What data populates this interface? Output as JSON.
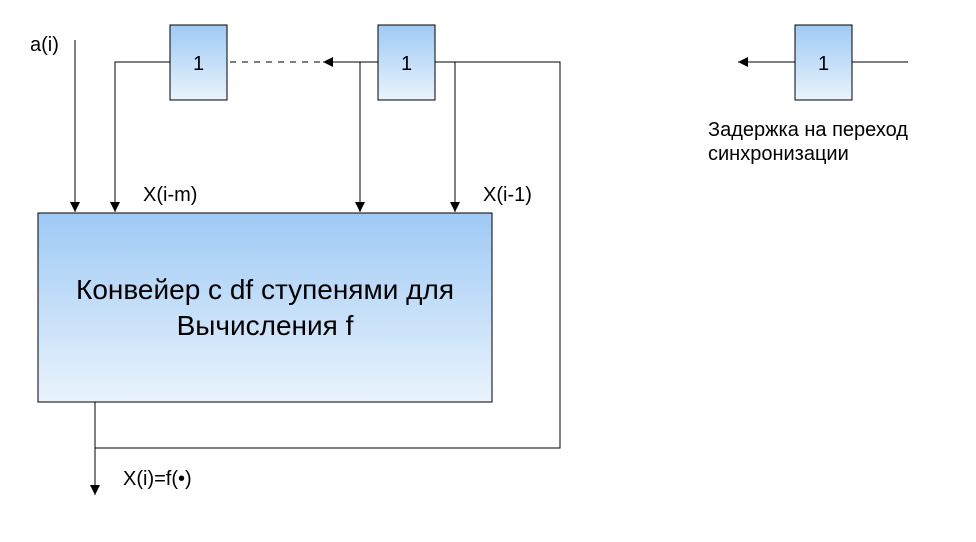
{
  "labels": {
    "input": "a(i)",
    "x_i_m": "X(i-m)",
    "x_i_1": "X(i-1)",
    "output": "X(i)=f(•)"
  },
  "delay_boxes": {
    "left": "1",
    "middle": "1",
    "legend": "1"
  },
  "main_block": {
    "line1": "Конвейер с df ступенями для",
    "line2": "Вычисления f"
  },
  "legend": {
    "line1": "Задержка на переход",
    "line2": "синхронизации"
  },
  "colors": {
    "box_top": "#9fcaf5",
    "box_bottom": "#e9f3fc",
    "stroke": "#000000"
  }
}
